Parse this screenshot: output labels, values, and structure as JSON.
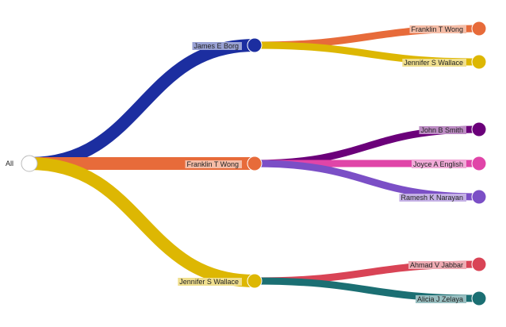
{
  "root": {
    "label": "All"
  },
  "level1": [
    {
      "id": "borg",
      "label": "James E Borg",
      "color": "#1c2ea0"
    },
    {
      "id": "wong",
      "label": "Franklin T Wong",
      "color": "#e76b3a"
    },
    {
      "id": "wallace",
      "label": "Jennifer S Wallace",
      "color": "#ddb703"
    }
  ],
  "level2": [
    {
      "id": "borg-wong",
      "parent": "borg",
      "label": "Franklin T Wong",
      "color": "#e76b3a"
    },
    {
      "id": "borg-wallace",
      "parent": "borg",
      "label": "Jennifer S Wallace",
      "color": "#ddb703"
    },
    {
      "id": "wong-smith",
      "parent": "wong",
      "label": "John B Smith",
      "color": "#6b007a"
    },
    {
      "id": "wong-english",
      "parent": "wong",
      "label": "Joyce A English",
      "color": "#e045a8"
    },
    {
      "id": "wong-narayan",
      "parent": "wong",
      "label": "Ramesh K Narayan",
      "color": "#7b4fc6"
    },
    {
      "id": "wallace-jabbar",
      "parent": "wallace",
      "label": "Ahmad V Jabbar",
      "color": "#d94456"
    },
    {
      "id": "wallace-zelaya",
      "parent": "wallace",
      "label": "Alicia J Zelaya",
      "color": "#1b6f73"
    }
  ]
}
